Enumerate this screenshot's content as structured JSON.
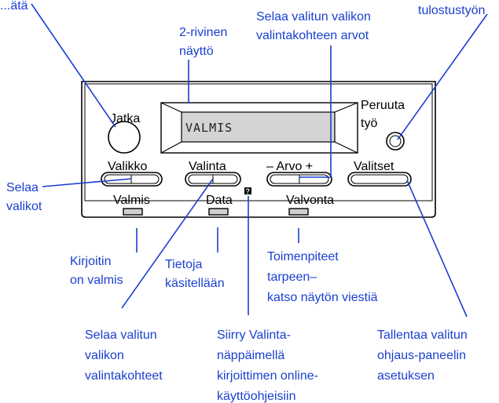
{
  "callouts": {
    "top_left_partial": "...ätä",
    "display": [
      "2-rivinen",
      "näyttö"
    ],
    "scroll_values": [
      "Selaa valitun valikon",
      "valintakohteen arvot"
    ],
    "top_right_partial": "tulostustyön",
    "scroll_menus": [
      "Selaa",
      "valikot"
    ],
    "ready": [
      "Kirjoitin",
      "on valmis"
    ],
    "data_processing": [
      "Tietoja",
      "käsitellään"
    ],
    "attention": [
      "Toimenpiteet",
      "tarpeen–",
      "katso näytön viestiä"
    ],
    "scroll_items": [
      "Selaa valitun",
      "valikon",
      "valintakohteet"
    ],
    "help": [
      "Siirry Valinta-",
      "näppäimellä",
      "kirjoittimen online-",
      "käyttöohjeisiin"
    ],
    "save": [
      "Tallentaa valitun",
      "ohjaus-paneelin",
      "asetuksen"
    ]
  },
  "panel": {
    "jatka": "Jatka",
    "peruuta": [
      "Peruuta",
      "työ"
    ],
    "lcd": "VALMIS",
    "valikko": "Valikko",
    "valinta": "Valinta",
    "arvo": "– Arvo +",
    "valitset": "Valitset",
    "valmis": "Valmis",
    "data": "Data",
    "valvonta": "Valvonta",
    "help_badge": "?"
  },
  "colors": {
    "callout": "#1a3fd0",
    "panel_line": "#000000",
    "lcd_fill": "#d4d4d4"
  }
}
